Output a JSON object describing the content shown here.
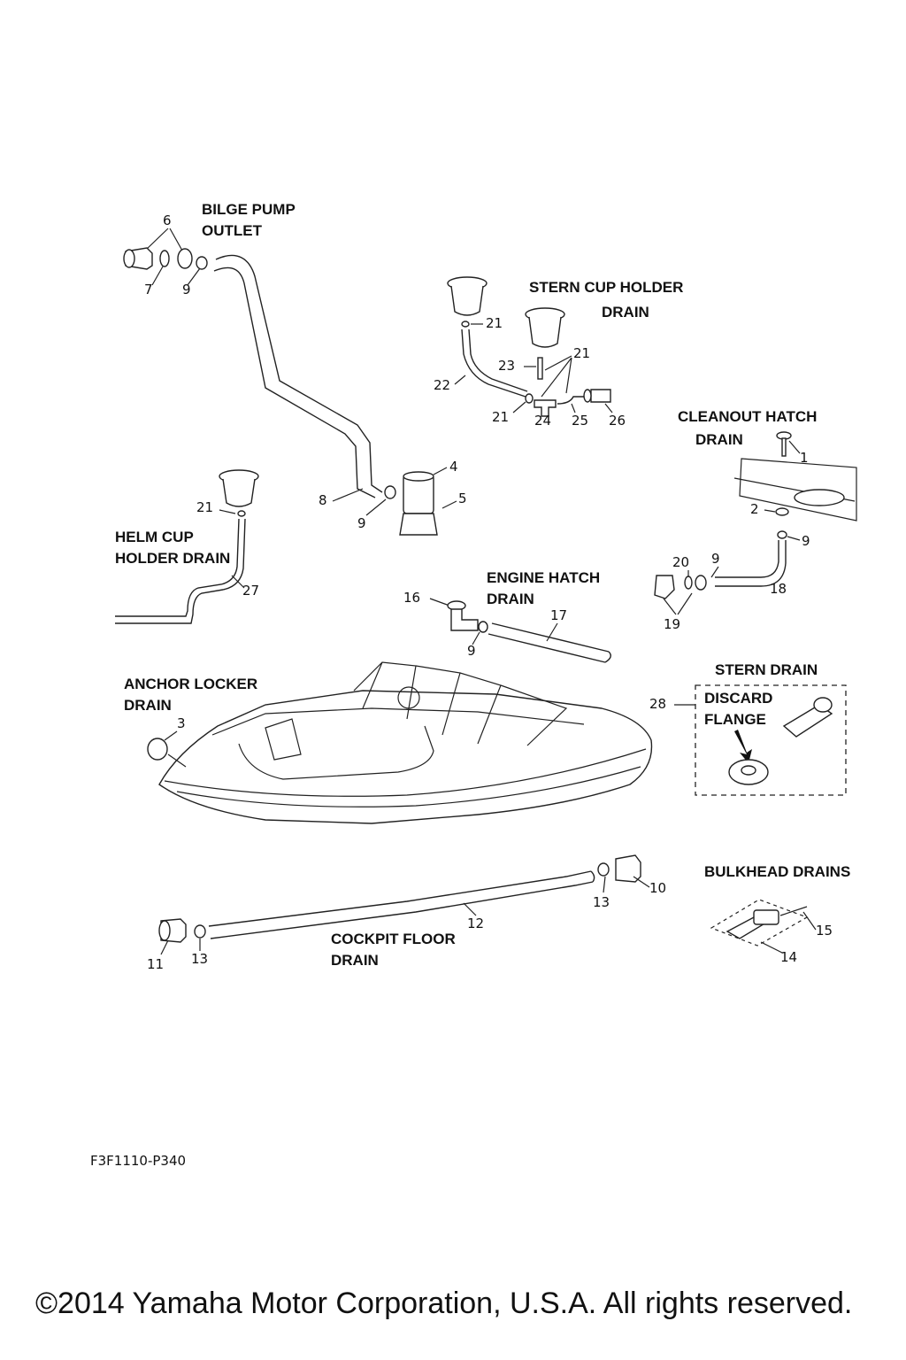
{
  "section_labels": {
    "bilge_pump_outlet_1": "BILGE PUMP",
    "bilge_pump_outlet_2": "OUTLET",
    "stern_cup_holder_1": "STERN CUP HOLDER",
    "stern_cup_holder_2": "DRAIN",
    "cleanout_hatch_1": "CLEANOUT HATCH",
    "cleanout_hatch_2": "DRAIN",
    "helm_cup_holder_1": "HELM CUP",
    "helm_cup_holder_2": "HOLDER DRAIN",
    "engine_hatch_1": "ENGINE  HATCH",
    "engine_hatch_2": "DRAIN",
    "anchor_locker_1": "ANCHOR LOCKER",
    "anchor_locker_2": "DRAIN",
    "stern_drain": "STERN DRAIN",
    "discard": "DISCARD",
    "flange": "FLANGE",
    "bulkhead_drains": "BULKHEAD DRAINS",
    "cockpit_floor_1": "COCKPIT FLOOR",
    "cockpit_floor_2": "DRAIN"
  },
  "callouts": {
    "c6": "6",
    "c7": "7",
    "c9a": "9",
    "c21a": "21",
    "c21b": "21",
    "c21c": "21",
    "c21d": "21",
    "c23": "23",
    "c22": "22",
    "c24": "24",
    "c25": "25",
    "c26": "26",
    "c1": "1",
    "c2": "2",
    "c9b": "9",
    "c20": "20",
    "c9c": "9",
    "c18": "18",
    "c19": "19",
    "c4": "4",
    "c5": "5",
    "c8": "8",
    "c9d": "9",
    "c27": "27",
    "c16": "16",
    "c17": "17",
    "c9e": "9",
    "c3": "3",
    "c28": "28",
    "c10": "10",
    "c13a": "13",
    "c12": "12",
    "c11": "11",
    "c13b": "13",
    "c14": "14",
    "c15": "15"
  },
  "figure_code": "F3F1110-P340",
  "copyright": "©2014 Yamaha Motor Corporation, U.S.A. All rights reserved."
}
